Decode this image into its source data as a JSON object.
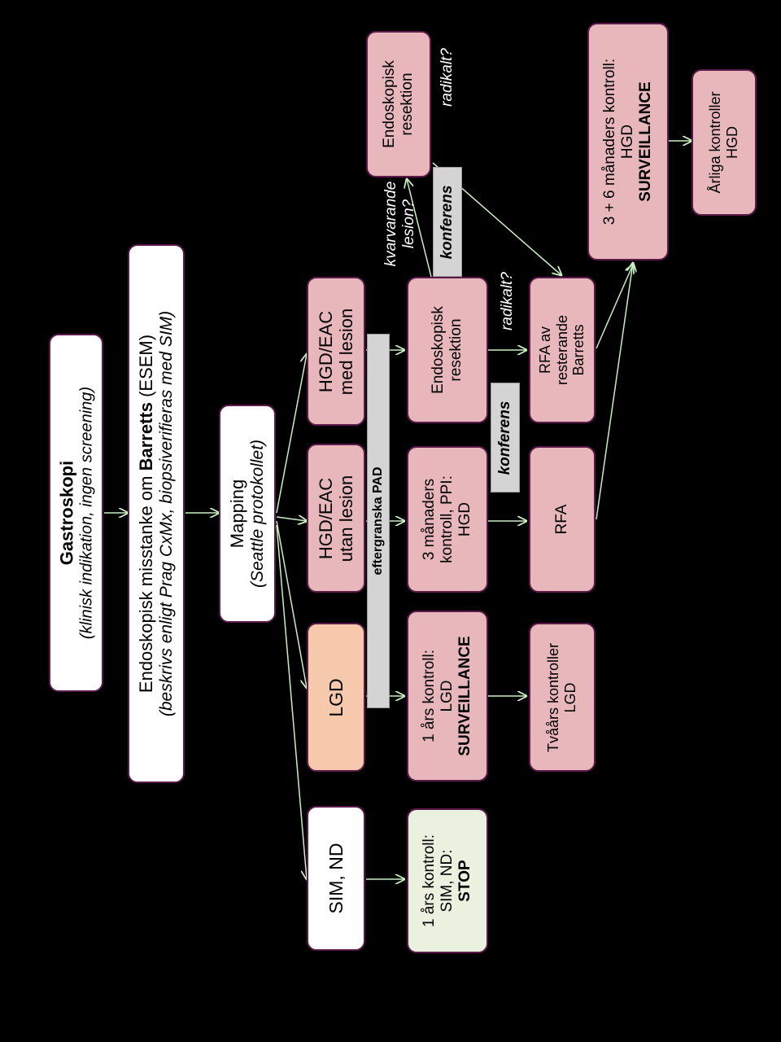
{
  "gastroskopi": {
    "title": "Gastroskopi",
    "subtitle": "(klinisk indikation, ingen screening)"
  },
  "esem": {
    "line1_prefix": "Endoskopisk misstanke om ",
    "line1_bold": "Barretts",
    "line1_suffix": " (ESEM)",
    "line2": "(beskrivs enligt Prag CxMx, biopsiverifieras med SIM)"
  },
  "mapping": {
    "title": "Mapping",
    "subtitle": "(Seattle protokollet)"
  },
  "categories": {
    "sim_nd": "SIM, ND",
    "lgd": "LGD",
    "hgd_no_lesion": [
      "HGD/EAC",
      "utan lesion"
    ],
    "hgd_lesion": [
      "HGD/EAC",
      "med lesion"
    ]
  },
  "eftergranska": "eftergranska PAD",
  "followups": {
    "sim_stop": [
      "1 års kontroll:",
      "SIM, ND:",
      "STOP"
    ],
    "lgd_surv": [
      "1 års kontroll:",
      "LGD",
      "SURVEILLANCE"
    ],
    "hgd_3m": [
      "3 månaders",
      "kontroll, PPI:",
      "HGD"
    ],
    "resektion1": [
      "Endoskopisk",
      "resektion"
    ],
    "resektion2": [
      "Endoskopisk",
      "resektion"
    ],
    "tvaars": [
      "Tvåårs kontroller",
      "LGD"
    ],
    "rfa": "RFA",
    "rfa_rest": [
      "RFA av",
      "resterande",
      "Barretts"
    ],
    "surv_3_6": [
      "3 + 6 månaders kontroll:",
      "HGD",
      "SURVEILLANCE"
    ],
    "arliga": [
      "Årliga kontroller",
      "HGD"
    ]
  },
  "labels": {
    "konferens1": "konferens",
    "konferens2": "konferens",
    "radikalt1": "radikalt?",
    "radikalt2": "radikalt?",
    "kvarvarande": [
      "kvarvarande",
      "lesion?"
    ]
  },
  "colors": {
    "background": "#000000",
    "pink": "#e8b7bc",
    "peach": "#f6c9ac",
    "green": "#eaf1df",
    "gray_bar": "#d4d4d4",
    "border": "#5b1a4a",
    "arrow": "#c8f0c0"
  }
}
